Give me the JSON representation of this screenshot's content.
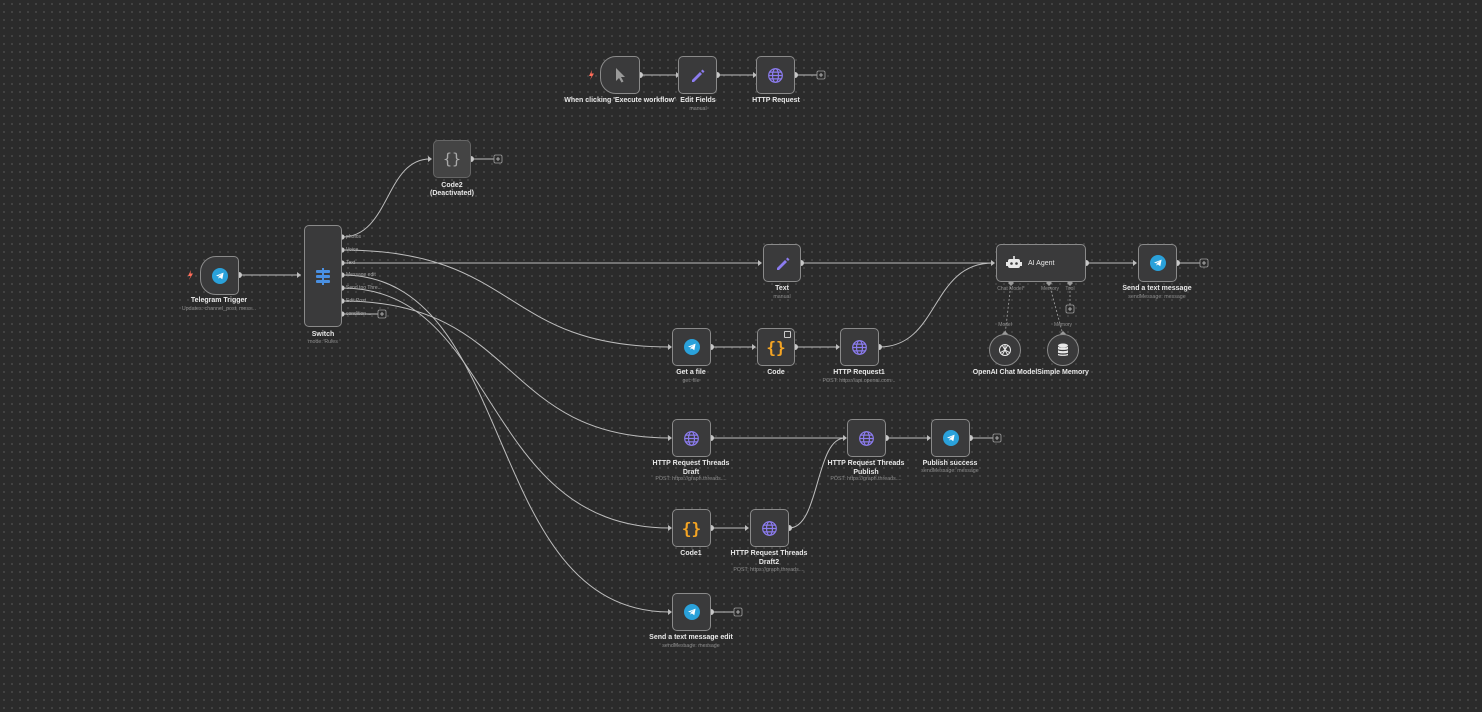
{
  "nodes": {
    "manual_trigger": {
      "label": "When clicking 'Execute workflow'"
    },
    "edit_fields": {
      "label": "Edit Fields",
      "subtitle": "manual"
    },
    "http_request": {
      "label": "HTTP Request"
    },
    "code2": {
      "label": "Code2",
      "label2": "(Deactivated)"
    },
    "telegram_trigger": {
      "label": "Telegram Trigger",
      "subtitle": "Updates: channel_post, mess..."
    },
    "switch": {
      "label": "Switch",
      "subtitle": "mode: Rules",
      "outputs": [
        "photos",
        "Voice",
        "Text",
        "Message edit",
        "Send too Thre...",
        "Edit Post",
        "condition ..."
      ]
    },
    "text": {
      "label": "Text",
      "subtitle": "manual"
    },
    "ai_agent": {
      "label": "AI Agent",
      "ports": [
        "Chat Model*",
        "Memory",
        "Tool"
      ]
    },
    "send_text": {
      "label": "Send a text message",
      "subtitle": "sendMessage: message"
    },
    "get_file": {
      "label": "Get a file",
      "subtitle": "get: file"
    },
    "code": {
      "label": "Code"
    },
    "http_request1": {
      "label": "HTTP Request1",
      "subtitle": "POST: https://api.openai.com..."
    },
    "openai_model": {
      "label": "OpenAI Chat Model",
      "port": "Model"
    },
    "simple_memory": {
      "label": "Simple Memory",
      "port": "Memory"
    },
    "http_threads_draft": {
      "label": "HTTP Request Threads Draft",
      "subtitle": "POST: https://graph.threads...."
    },
    "http_threads_publish": {
      "label": "HTTP Request Threads Publish",
      "subtitle": "POST: https://graph.threads...."
    },
    "publish_success": {
      "label": "Publish success",
      "subtitle": "sendMessage: message"
    },
    "code1": {
      "label": "Code1"
    },
    "http_threads_draft2": {
      "label": "HTTP Request Threads Draft2",
      "subtitle": "POST: https://graph.threads...."
    },
    "send_text_edit": {
      "label": "Send a text message edit",
      "subtitle": "sendMessage: message"
    }
  },
  "colors": {
    "canvas": "#2b2b2b",
    "node_fill": "#3a3a3b",
    "node_border": "#8a8a8a",
    "edge": "#bdbdbd",
    "telegram": "#2aa1da",
    "edit_icon": "#8c7cf0",
    "http_icon": "#8c7cf0",
    "code_icon": "#f5a524",
    "switch_icon": "#4a90e2",
    "trigger_bolt": "#ff6d5a"
  },
  "icons": [
    "cursor-icon",
    "pencil-icon",
    "globe-icon",
    "braces-icon",
    "telegram-icon",
    "switch-icon",
    "robot-icon",
    "openai-icon",
    "database-icon",
    "bolt-icon",
    "plus-icon"
  ]
}
